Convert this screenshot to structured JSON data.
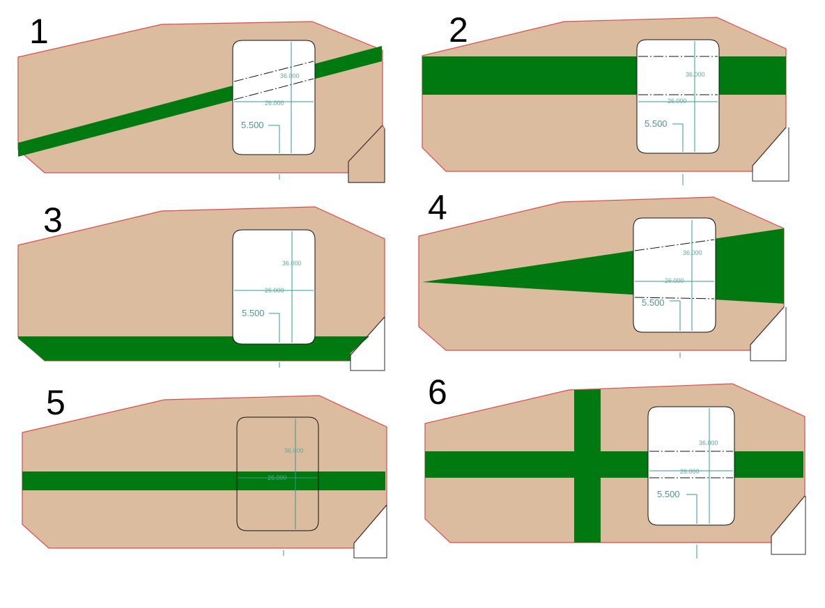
{
  "panels": [
    {
      "number": "1",
      "dims": {
        "height": "36.000",
        "width": "26.000",
        "offset": "5.500"
      },
      "band": "diagonal-rising"
    },
    {
      "number": "2",
      "dims": {
        "height": "36.000",
        "width": "26.000",
        "offset": "5.500"
      },
      "band": "horizontal-top"
    },
    {
      "number": "3",
      "dims": {
        "height": "36.000",
        "width": "26.000",
        "offset": "5.500"
      },
      "band": "horizontal-bottom"
    },
    {
      "number": "4",
      "dims": {
        "height": "36.000",
        "width": "26.000",
        "offset": "5.500"
      },
      "band": "wedge"
    },
    {
      "number": "5",
      "dims": {
        "height": "36.000",
        "width": "26.000"
      },
      "band": "horizontal-middle"
    },
    {
      "number": "6",
      "dims": {
        "height": "36.000",
        "width": "26.000",
        "offset": "5.500"
      },
      "band": "cross"
    }
  ],
  "colors": {
    "panel_fill": "#dcbc9f",
    "band_fill": "#007a10",
    "outline": "#e04848",
    "dimension": "#2f9c93"
  }
}
